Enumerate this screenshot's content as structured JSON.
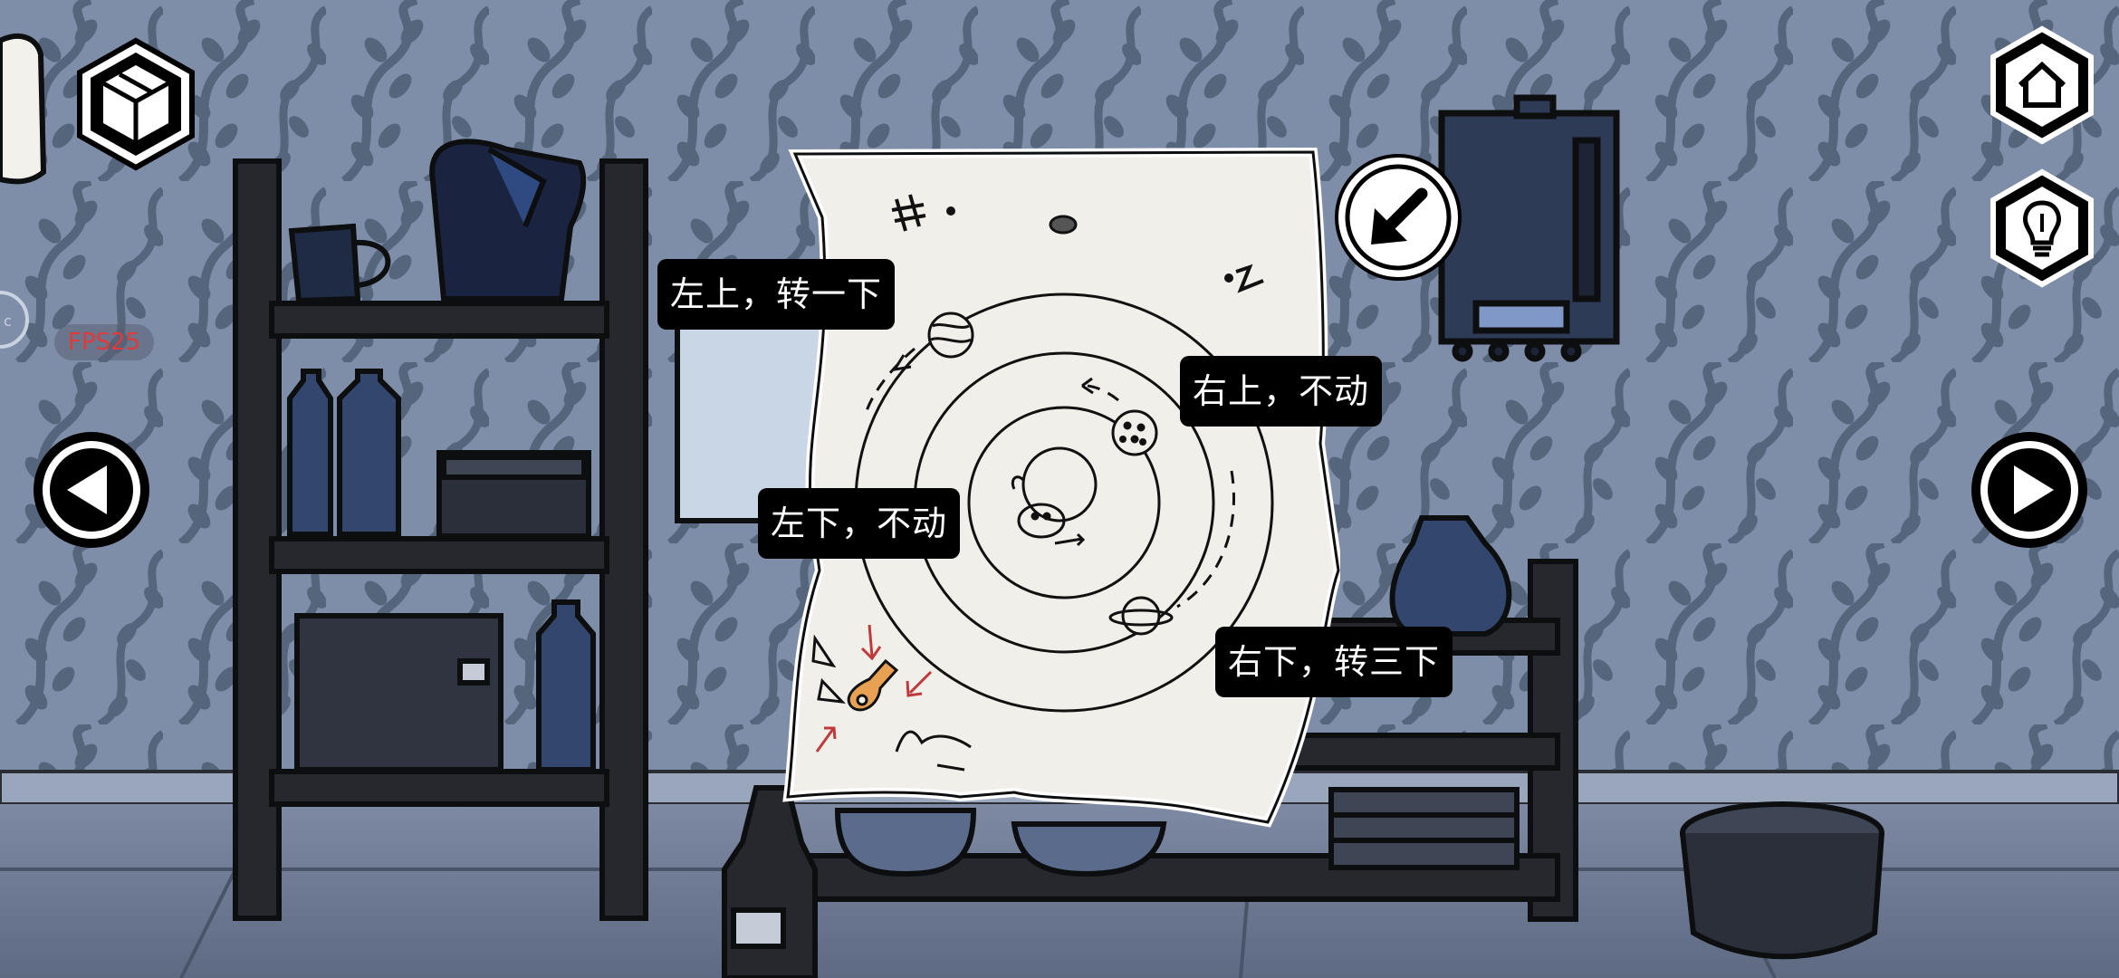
{
  "hud": {
    "fps_label": "FPS25",
    "inventory_icon": "box-icon",
    "home_icon": "home-icon",
    "hint_icon": "lightbulb-icon",
    "prev_icon": "arrow-left-icon",
    "next_icon": "arrow-right-icon",
    "close_icon": "arrow-down-left-icon"
  },
  "map_hints": {
    "top_left": "左上，转一下",
    "top_right": "右上，不动",
    "bottom_left": "左下，不动",
    "bottom_right": "右下，转三下"
  },
  "colors": {
    "wall": "#7f8ea8",
    "vine": "#55657c",
    "furniture": "#1c1e22",
    "paper": "#f1efea",
    "tooltip_bg": "#000000",
    "key": "#e8a052",
    "red_arrow": "#c0393b",
    "fps_text": "#e03a3a"
  }
}
